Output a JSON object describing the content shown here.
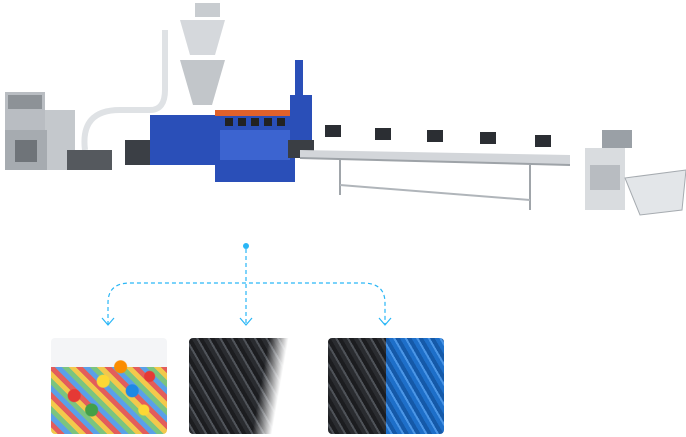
{
  "colors": {
    "accent": "#29b6f6",
    "machine_blue": "#2a4fb8",
    "machine_gray": "#9ea3a8",
    "frame_gray": "#c9ccd0"
  },
  "machine_line": {
    "components": [
      "crusher",
      "feeder-hopper",
      "single-screw-extruder",
      "screen-changer",
      "cooling-conveyor",
      "pelletizer",
      "collection-bin"
    ]
  },
  "products": [
    {
      "name": "colored-transparent-pellets"
    },
    {
      "name": "black-pellets"
    },
    {
      "name": "black-and-blue-pellets"
    }
  ],
  "icons": [
    "dot-icon",
    "arrow-down-icon"
  ]
}
